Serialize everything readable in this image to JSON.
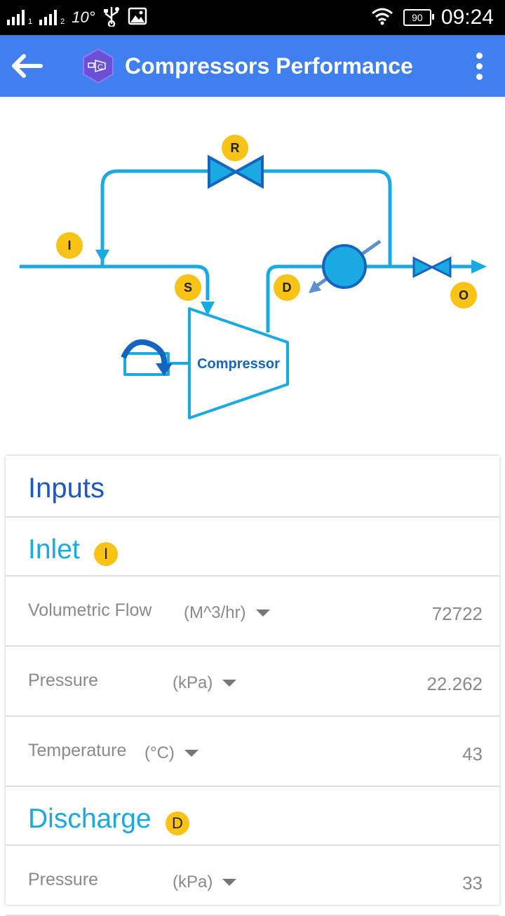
{
  "status_bar": {
    "sim1": "1",
    "sim2": "2",
    "temperature": "10°",
    "battery": "90",
    "time": "09:24"
  },
  "app_bar": {
    "title": "Compressors Performance",
    "logo_letter": "C"
  },
  "diagram": {
    "markers": {
      "inlet": "I",
      "recycle": "R",
      "suction": "S",
      "discharge": "D",
      "outlet": "O"
    },
    "compressor_label": "Compressor",
    "colors": {
      "line": "#1aa9e0",
      "valve": "#1565c0",
      "marker": "#f8c316"
    }
  },
  "inputs": {
    "title": "Inputs",
    "inlet": {
      "title": "Inlet",
      "badge": "I",
      "rows": [
        {
          "label": "Volumetric Flow",
          "unit": "(M^3/hr)",
          "value": "72722"
        },
        {
          "label": "Pressure",
          "unit": "(kPa)",
          "value": "22.262"
        },
        {
          "label": "Temperature",
          "unit": "(°C)",
          "value": "43"
        }
      ]
    },
    "discharge": {
      "title": "Discharge",
      "badge": "D",
      "rows": [
        {
          "label": "Pressure",
          "unit": "(kPa)",
          "value": "33"
        }
      ]
    }
  }
}
